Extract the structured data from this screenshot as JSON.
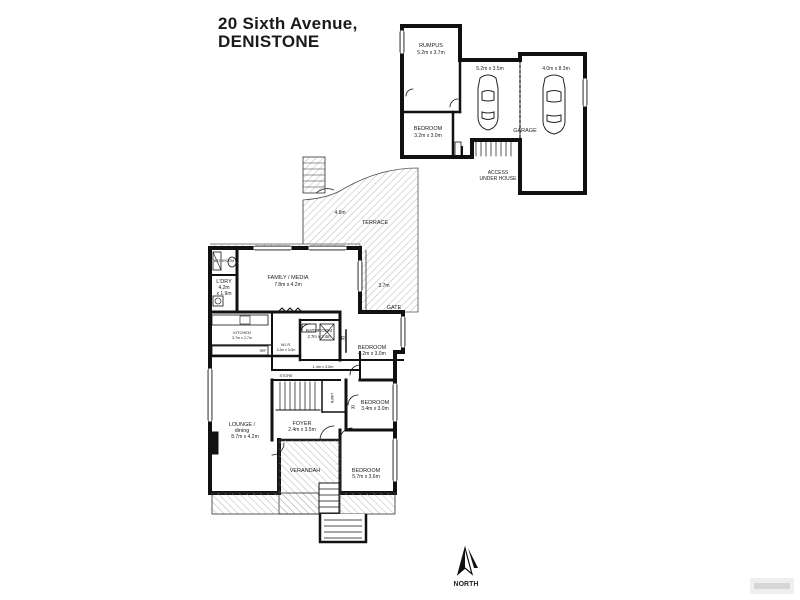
{
  "address": {
    "line1": "20 Sixth Avenue,",
    "line2": "DENISTONE"
  },
  "rooms": {
    "rumpus": {
      "name": "RUMPUS",
      "dims": "5.2m x 3.7m"
    },
    "bedroom_lower": {
      "name": "BEDROOM",
      "dims": "3.2m x 3.0m"
    },
    "garage_bay1": {
      "dims": "5.2m x 3.5m"
    },
    "garage_bay2": {
      "dims": "4.0m x 8.3m"
    },
    "garage": {
      "name": "GARAGE"
    },
    "access": {
      "line1": "ACCESS",
      "line2": "UNDER HOUSE"
    },
    "terrace": {
      "name": "TERRACE",
      "dim_a": "4.6m",
      "dim_b": "3.7m"
    },
    "gate": {
      "name": "GATE"
    },
    "bathroom_small": {
      "name": "BATHROOM"
    },
    "laundry": {
      "name": "L'DRY",
      "dims_a": "4.2m",
      "dims_b": "x 1.9m"
    },
    "family": {
      "name": "FAMILY / MEDIA",
      "dims": "7.8m x 4.2m"
    },
    "kitchen": {
      "name": "KITCHEN",
      "dims": "3.7m x 2.7m"
    },
    "bathroom": {
      "name": "BATHROOM",
      "dims": "2.7m x 2.4m"
    },
    "robe_r": {
      "name": "R"
    },
    "bedroom_1": {
      "name": "BEDROOM",
      "dims": "4.2m x 3.0m"
    },
    "wir": {
      "name": "W.I.R.",
      "dims": "3.2m x 3.0m"
    },
    "fridge": {
      "name": "REF"
    },
    "store": {
      "name": "STORE"
    },
    "hall": {
      "dims": "1.4m x 3.0m"
    },
    "linen": {
      "name": "LINEN"
    },
    "bedroom_2": {
      "name": "BEDROOM",
      "dims": "3.4m x 3.0m"
    },
    "lounge": {
      "name_a": "LOUNGE /",
      "name_b": "dining",
      "dims": "8.7m x 4.2m"
    },
    "foyer": {
      "name": "FOYER",
      "dims": "2.4m x 3.5m"
    },
    "verandah": {
      "name": "VERANDAH"
    },
    "bedroom_3": {
      "name": "BEDROOM",
      "dims": "5.7m x 3.6m"
    }
  },
  "compass": {
    "label": "NORTH"
  },
  "colors": {
    "wall": "#111111",
    "hatch": "#9a9a9a"
  }
}
